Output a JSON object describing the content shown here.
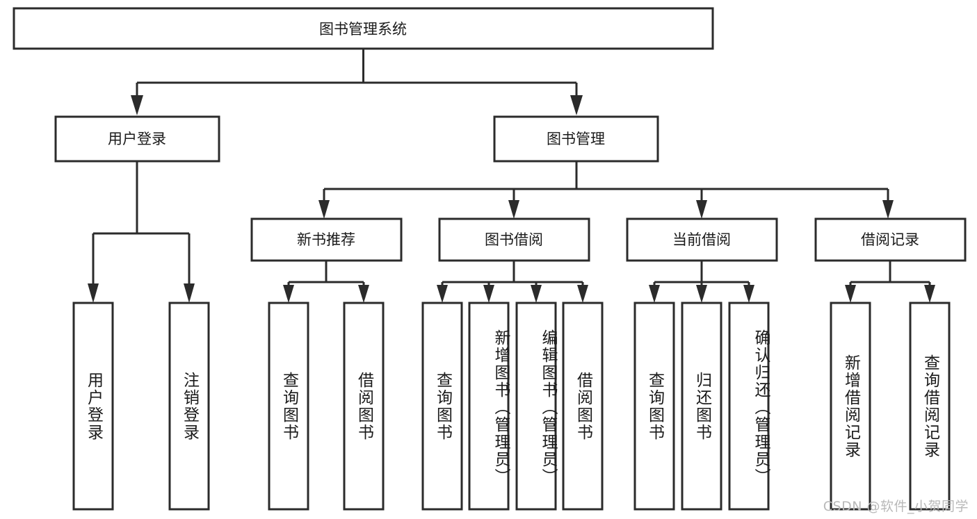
{
  "diagram": {
    "title_node": {
      "label": "图书管理系统"
    },
    "level2": [
      {
        "id": "user-login",
        "label": "用户登录"
      },
      {
        "id": "book-management",
        "label": "图书管理"
      }
    ],
    "level3": [
      {
        "id": "new-book-recommend",
        "label": "新书推荐"
      },
      {
        "id": "book-borrow",
        "label": "图书借阅"
      },
      {
        "id": "current-borrow",
        "label": "当前借阅"
      },
      {
        "id": "borrow-record",
        "label": "借阅记录"
      }
    ],
    "leaves": {
      "user_login": [
        {
          "id": "leaf-user-login",
          "label": "用户登录"
        },
        {
          "id": "leaf-logout-login",
          "label": "注销登录"
        }
      ],
      "new_book_recommend": [
        {
          "id": "leaf-query-book-1",
          "label": "查询图书"
        },
        {
          "id": "leaf-borrow-book-1",
          "label": "借阅图书"
        }
      ],
      "book_borrow": [
        {
          "id": "leaf-query-book-2",
          "label": "查询图书"
        },
        {
          "id": "leaf-add-book",
          "label": "新增图书（管理员）"
        },
        {
          "id": "leaf-edit-book",
          "label": "编辑图书（管理员）"
        },
        {
          "id": "leaf-borrow-book-2",
          "label": "借阅图书"
        }
      ],
      "current_borrow": [
        {
          "id": "leaf-query-book-3",
          "label": "查询图书"
        },
        {
          "id": "leaf-return-book",
          "label": "归还图书"
        },
        {
          "id": "leaf-confirm-return",
          "label": "确认归还（管理员）"
        }
      ],
      "borrow_record": [
        {
          "id": "leaf-add-borrow-record",
          "label": "新增借阅记录"
        },
        {
          "id": "leaf-query-borrow-record",
          "label": "查询借阅记录"
        }
      ]
    },
    "watermark": "CSDN @软件_小贺同学",
    "colors": {
      "stroke": "#2b2b2b",
      "fill": "#ffffff",
      "text": "#1a1a1a",
      "watermark": "#b9b9b9"
    }
  }
}
